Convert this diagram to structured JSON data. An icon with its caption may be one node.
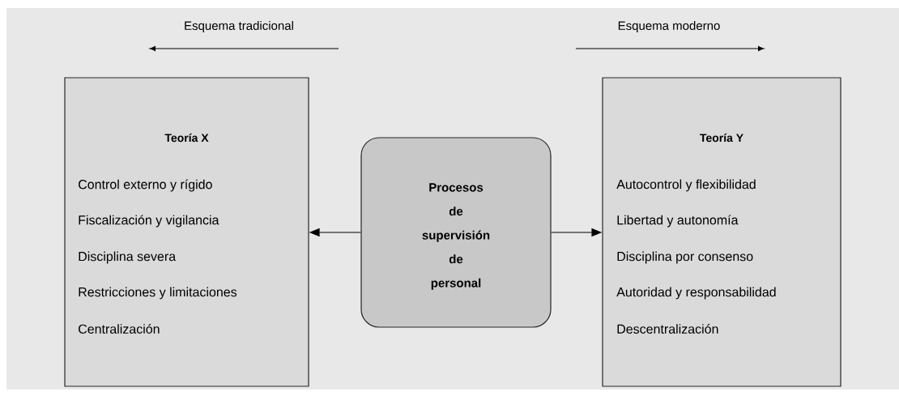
{
  "diagram": {
    "nodes": [
      {
        "text": [
          "Teoría X",
          "Control externo y rígido",
          "Fiscalización y vigilancia",
          "Disciplina severa",
          "Restricciones y limitaciones",
          "Centralización"
        ]
      },
      {
        "text": [
          "Procesos de supervisión de personal"
        ]
      },
      {
        "text": [
          "Teoría Y",
          "Autocontrol y flexibilidad",
          "Libertad y autonomía",
          "Disciplina por consenso",
          "Autoridad y responsabilidad",
          "Descentralización"
        ]
      }
    ],
    "edges": [
      {
        "from": 1,
        "to": 0,
        "arrow": "to"
      },
      {
        "from": 1,
        "to": 2,
        "arrow": "to"
      }
    ],
    "labels": [
      "Esquema tradicional",
      "Esquema moderno"
    ]
  }
}
